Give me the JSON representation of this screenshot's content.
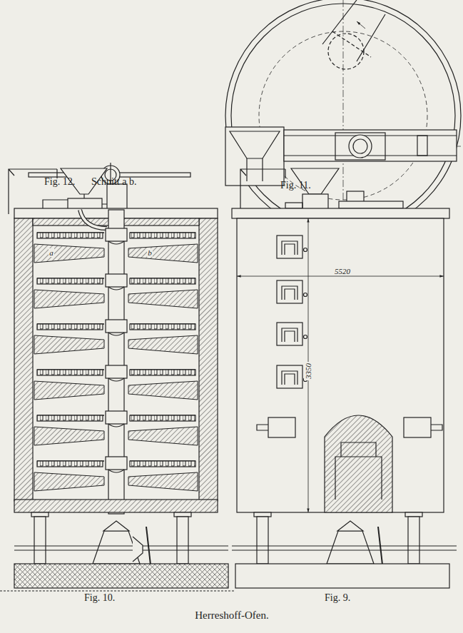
{
  "diagram": {
    "caption": "Herreshoff-Ofen.",
    "labels": [
      "Fig. 12.",
      "Schnitt a b.",
      "Fig. 11.",
      "Fig. 10.",
      "Fig. 9.",
      "5520",
      "3350",
      "a",
      "b"
    ]
  }
}
